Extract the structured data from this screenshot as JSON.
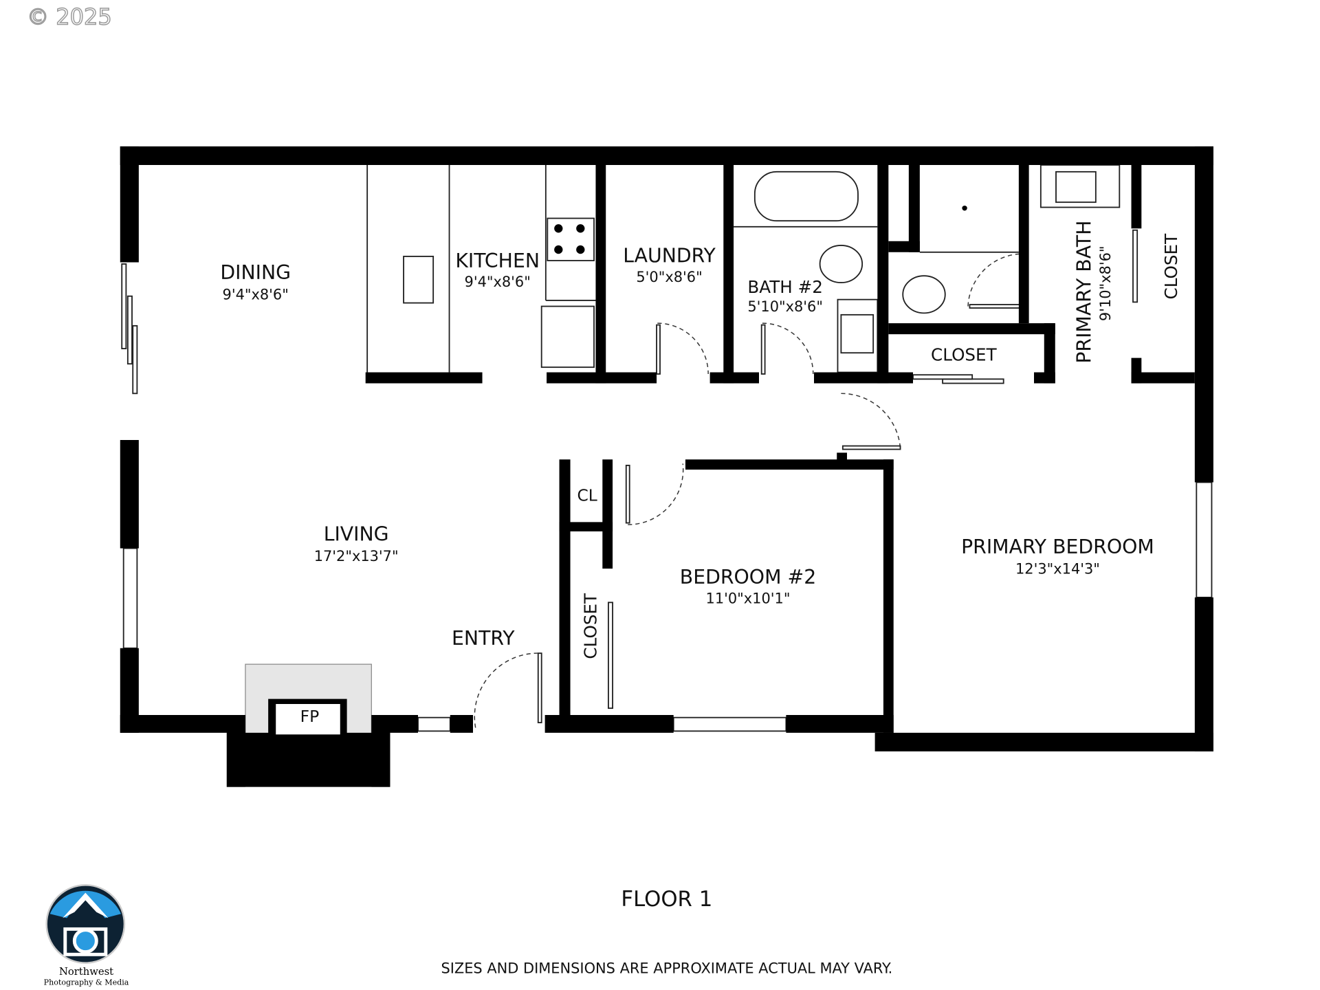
{
  "copyright": "© 2025",
  "rooms": {
    "dining": {
      "name": "DINING",
      "size": "9'4\"x8'6\""
    },
    "kitchen": {
      "name": "KITCHEN",
      "size": "9'4\"x8'6\""
    },
    "laundry": {
      "name": "LAUNDRY",
      "size": "5'0\"x8'6\""
    },
    "bath2": {
      "name": "BATH #2",
      "size": "5'10\"x8'6\""
    },
    "hall_closet": {
      "name": "CLOSET"
    },
    "primary_bath": {
      "name": "PRIMARY BATH",
      "size": "9'10\"x8'6\""
    },
    "primary_closet": {
      "name": "CLOSET"
    },
    "cl": {
      "name": "CL"
    },
    "living": {
      "name": "LIVING",
      "size": "17'2\"x13'7\""
    },
    "entry": {
      "name": "ENTRY"
    },
    "bed2_closet": {
      "name": "CLOSET"
    },
    "bedroom2": {
      "name": "BEDROOM #2",
      "size": "11'0\"x10'1\""
    },
    "primary_bedroom": {
      "name": "PRIMARY BEDROOM",
      "size": "12'3\"x14'3\""
    },
    "fireplace": {
      "name": "FP"
    }
  },
  "floor_label": "FLOOR 1",
  "disclaimer": "SIZES AND DIMENSIONS ARE APPROXIMATE ACTUAL MAY VARY.",
  "logo": {
    "line1": "Northwest",
    "line2": "Photography & Media",
    "colors": {
      "sky": "#2a9be0",
      "dark": "#0d2233"
    }
  }
}
